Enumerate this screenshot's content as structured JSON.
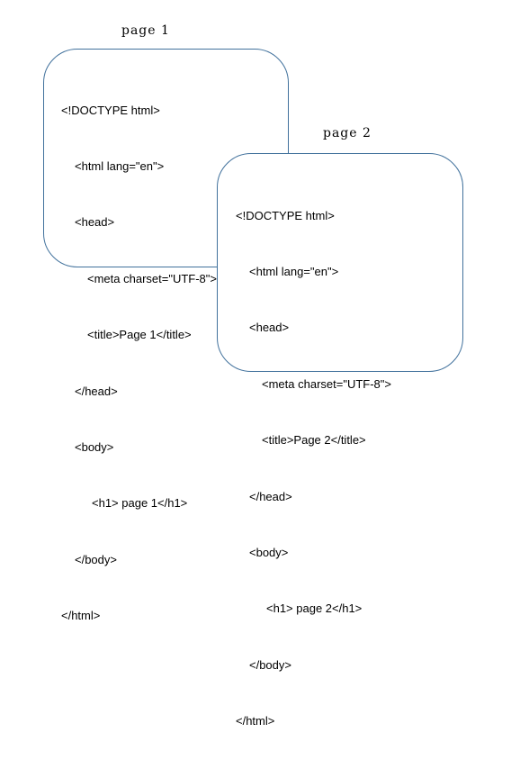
{
  "captions": {
    "page1": "page 1",
    "page2": "page 2"
  },
  "page1": {
    "lines": [
      "<!DOCTYPE html>",
      "<html lang=\"en\">",
      "<head>",
      "<meta charset=\"UTF-8\">",
      "<title>Page 1</title>",
      "</head>",
      "<body>",
      "<h1> page 1</h1>",
      "</body>",
      "</html>"
    ]
  },
  "page2": {
    "lines": [
      "<!DOCTYPE html>",
      "<html lang=\"en\">",
      "<head>",
      "<meta charset=\"UTF-8\">",
      "<title>Page 2</title>",
      "</head>",
      "<body>",
      "<h1> page 2</h1>",
      "</body>",
      "</html>"
    ]
  },
  "colors": {
    "card_border": "#41719c",
    "text": "#000000"
  }
}
